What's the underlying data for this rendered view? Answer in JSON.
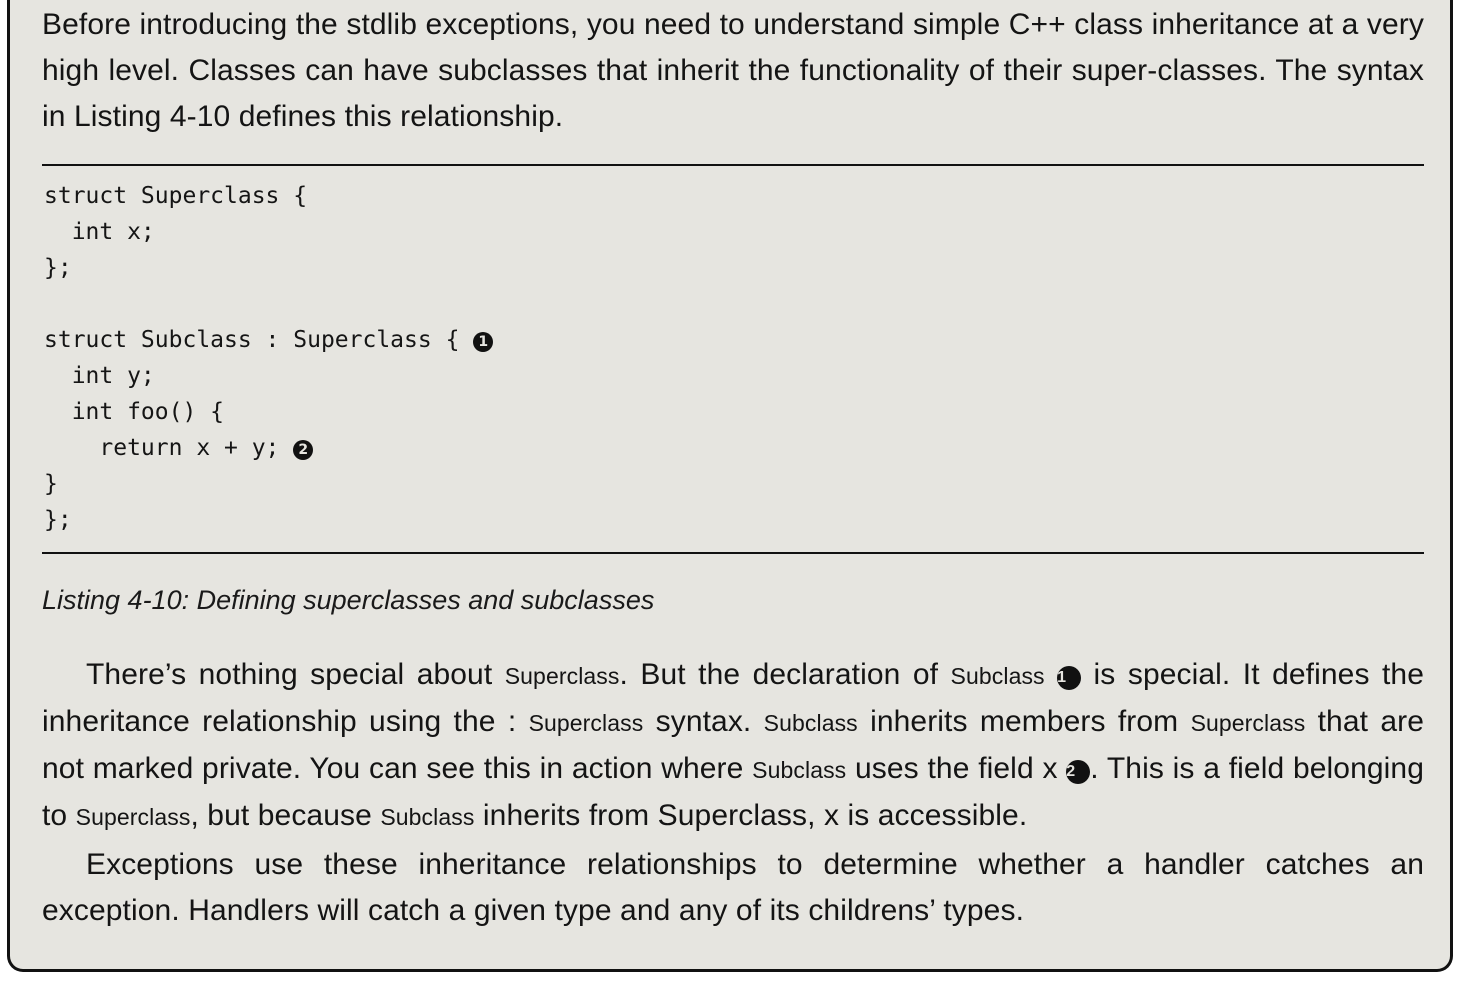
{
  "intro": "Before introducing the stdlib exceptions, you need to understand simple C++ class inheritance at a very high level. Classes can have subclasses that inherit the functionality of their super-classes. The syntax in Listing 4-10 defines this relationship.",
  "code": {
    "line1": "struct Superclass {",
    "line2": "  int x;",
    "line3": "};",
    "line4": "",
    "line5": "struct Subclass : Superclass { ",
    "line6": "  int y;",
    "line7": "  int foo() {",
    "line8": "    return x + y; ",
    "line9": "}",
    "line10": "};",
    "callout1": "1",
    "callout2": "2"
  },
  "caption": "Listing 4-10: Defining superclasses and subclasses",
  "para1": {
    "t1": "There’s nothing special about ",
    "c1": "Superclass",
    "t2": ". But the declaration of ",
    "c2": "Subclass",
    "m1": "1",
    "t3": " is special. It defines the inheritance relationship using the : ",
    "c3": "Superclass",
    "t4": " syntax. ",
    "c4": "Subclass",
    "t5": " inherits members from ",
    "c5": "Superclass",
    "t6": " that are not marked private. You can see this in action where ",
    "c6": "Subclass",
    "t7": " uses the field x ",
    "m2": "2",
    "t8": ". This is a field belonging to ",
    "c7": "Superclass",
    "t9": ", but because ",
    "c8": "Subclass",
    "t10": " inherits from Superclass, x is accessible."
  },
  "para2": "Exceptions use these inheritance relationships to determine whether a handler catches an exception. Handlers will catch a given type and any of its childrens’ types."
}
